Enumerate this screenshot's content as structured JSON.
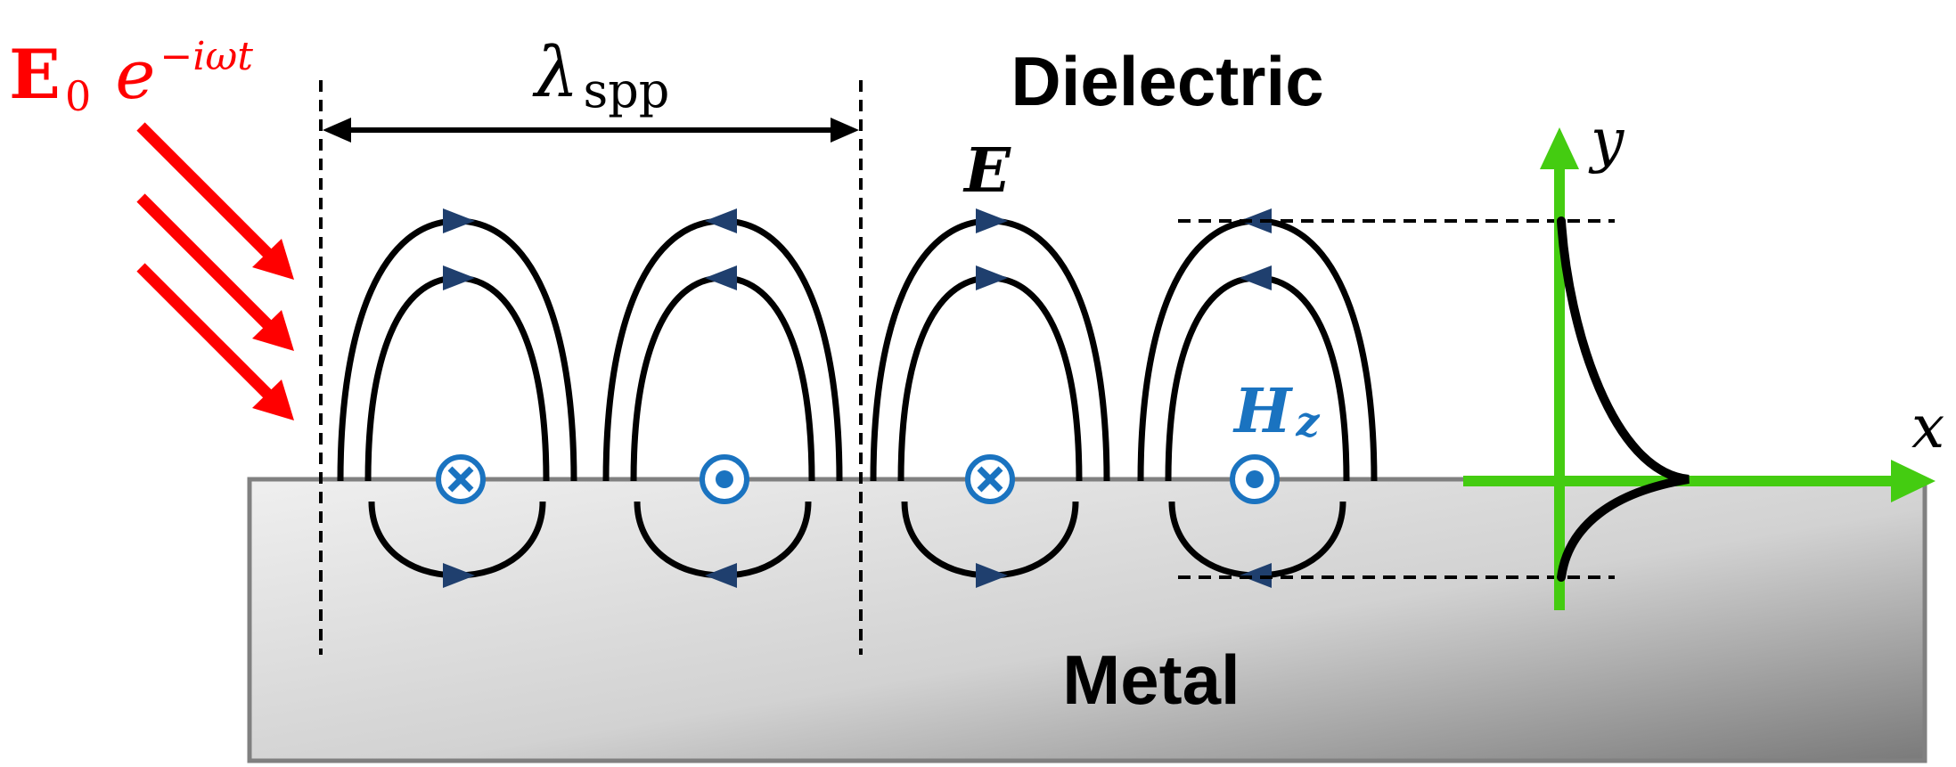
{
  "diagram": {
    "regions": {
      "dielectric_label": "Dielectric",
      "metal_label": "Metal"
    },
    "incident": {
      "field": "E",
      "field_subscript": "0",
      "phase": "e",
      "phase_exponent": "−iωt"
    },
    "wavelength": {
      "symbol": "λ",
      "subscript": "spp"
    },
    "field_labels": {
      "electric": "E",
      "magnetic": "H",
      "magnetic_subscript": "z"
    },
    "axes": {
      "x": "x",
      "y": "y"
    },
    "colors": {
      "incident_arrow": "#ff0000",
      "axis": "#44cc11",
      "field_line": "#000000",
      "field_arrowhead": "#1f3f6e",
      "magnetic_marker": "#1a73c0",
      "metal_light": "#ededed",
      "metal_dark": "#7a7a7a",
      "metal_border": "#808080"
    },
    "magnetic_markers": [
      "into-page",
      "out-of-page",
      "into-page",
      "out-of-page"
    ]
  }
}
